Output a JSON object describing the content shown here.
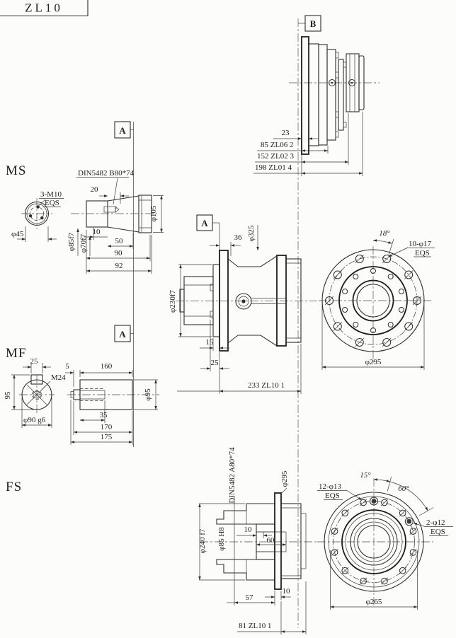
{
  "title": "ZL10",
  "markers": {
    "a": "A",
    "b": "B"
  },
  "rear": {
    "d23": "23",
    "d85": "85 ZL06 2",
    "d152": "152 ZL02 3",
    "d198": "198 ZL01 4"
  },
  "ms": {
    "label": "MS",
    "bolts": "3-M10",
    "bolts_eqs": "EQS",
    "d45": "φ45",
    "spline": "DIN5482 B80*74",
    "d20": "20",
    "d85": "φ85f7",
    "d70": "φ70f7",
    "d10": "10",
    "d50": "50",
    "d90": "90",
    "d92": "92",
    "d105": "φ105"
  },
  "mf": {
    "label": "MF",
    "d25": "25",
    "thread": "M24",
    "d95v": "95",
    "d90": "φ90 g6",
    "d5": "5",
    "d160": "160",
    "d35": "35",
    "d170": "170",
    "d175": "175",
    "d95": "φ95"
  },
  "main": {
    "d36": "36",
    "d325": "φ325",
    "d230": "φ230f7",
    "d15": "15",
    "d25": "25",
    "d233": "233 ZL10 1"
  },
  "flange": {
    "a18": "18°",
    "holes": "10-φ17",
    "holes_eqs": "EQS",
    "d295": "φ295"
  },
  "fs": {
    "label": "FS",
    "spline": "DIN5482 A80*74",
    "d295": "φ295",
    "d240": "φ240 f7",
    "d85": "φ85 H8",
    "d10a": "10",
    "d60": "60",
    "d57": "57",
    "d10b": "10",
    "d81": "81 ZL10 1"
  },
  "fs_flange": {
    "holes12": "12-φ13",
    "holes12_eqs": "EQS",
    "a15": "15°",
    "a60": "60°",
    "holes2": "2-φ12",
    "holes2_eqs": "EQS",
    "d265": "φ265"
  }
}
